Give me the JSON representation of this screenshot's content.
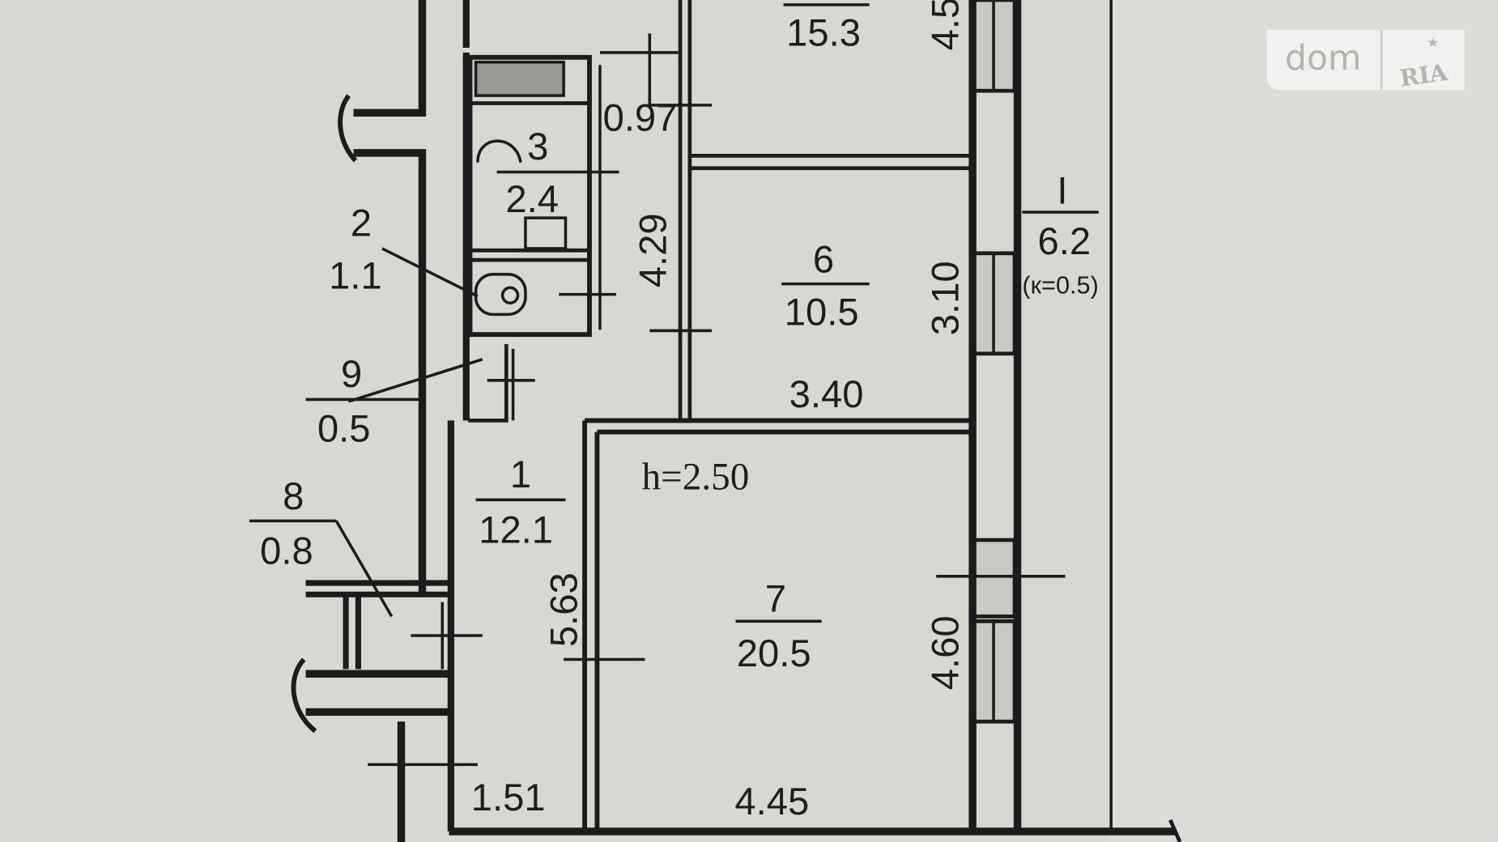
{
  "title": "Apartment floor plan",
  "logo": {
    "left": "dom",
    "right": "RIA"
  },
  "ceiling_height": "h=2.50",
  "rooms": [
    {
      "number": "",
      "area": "15.3"
    },
    {
      "number": "3",
      "area": "2.4"
    },
    {
      "number": "2",
      "area": "1.1"
    },
    {
      "number": "9",
      "area": "0.5"
    },
    {
      "number": "6",
      "area": "10.5"
    },
    {
      "number": "1",
      "area": "12.1"
    },
    {
      "number": "8",
      "area": "0.8"
    },
    {
      "number": "7",
      "area": "20.5"
    },
    {
      "number": "I",
      "area": "6.2",
      "note": "(к=0.5)"
    }
  ],
  "dimensions": {
    "d_4_5": "4.5",
    "d_0_97": "0.97",
    "d_4_29": "4.29",
    "d_3_10": "3.10",
    "d_3_40": "3.40",
    "d_5_63": "5.63",
    "d_4_60": "4.60",
    "d_1_51": "1.51",
    "d_4_45": "4.45"
  }
}
